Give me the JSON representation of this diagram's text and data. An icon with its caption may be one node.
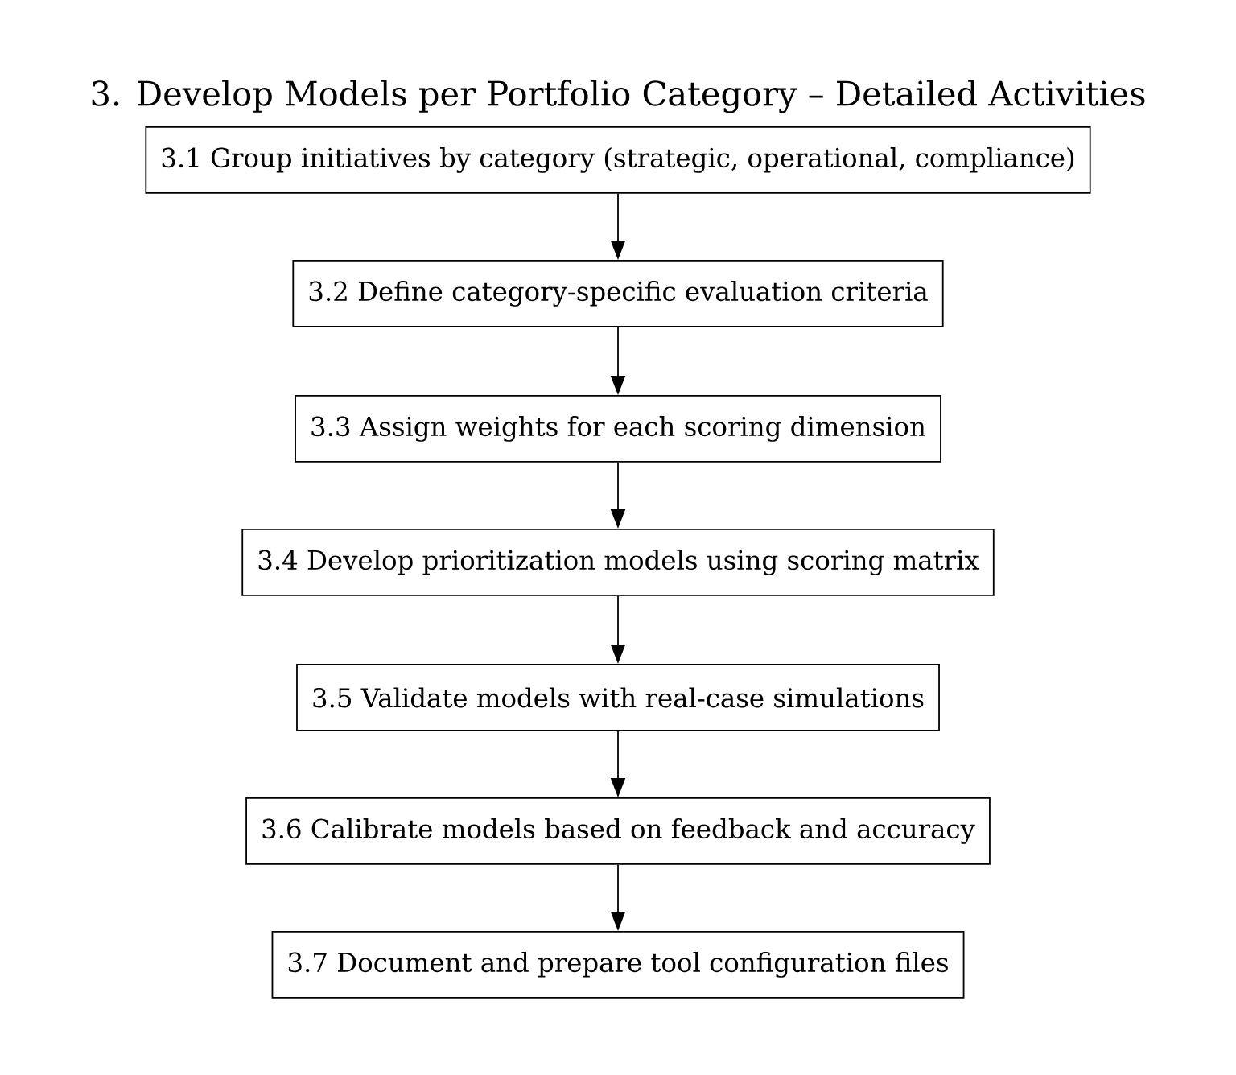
{
  "diagram": {
    "title": "3. Develop Models per Portfolio Category – Detailed Activities",
    "nodes": [
      {
        "text": [
          "3.1 Group initiatives by category (strategic, operational, compliance)"
        ]
      },
      {
        "text": [
          "3.2 Define category-specific evaluation criteria"
        ]
      },
      {
        "text": [
          "3.3 Assign weights for each scoring dimension"
        ]
      },
      {
        "text": [
          "3.4 Develop prioritization models using scoring matrix"
        ]
      },
      {
        "text": [
          "3.5 Validate models with real-case simulations"
        ]
      },
      {
        "text": [
          "3.6 Calibrate models based on feedback and accuracy"
        ]
      },
      {
        "text": [
          "3.7 Document and prepare tool configuration files"
        ]
      }
    ],
    "edges": [
      {
        "from": 0,
        "to": 1,
        "arrow": "to"
      },
      {
        "from": 1,
        "to": 2,
        "arrow": "to"
      },
      {
        "from": 2,
        "to": 3,
        "arrow": "to"
      },
      {
        "from": 3,
        "to": 4,
        "arrow": "to"
      },
      {
        "from": 4,
        "to": 5,
        "arrow": "to"
      },
      {
        "from": 5,
        "to": 6,
        "arrow": "to"
      }
    ]
  }
}
